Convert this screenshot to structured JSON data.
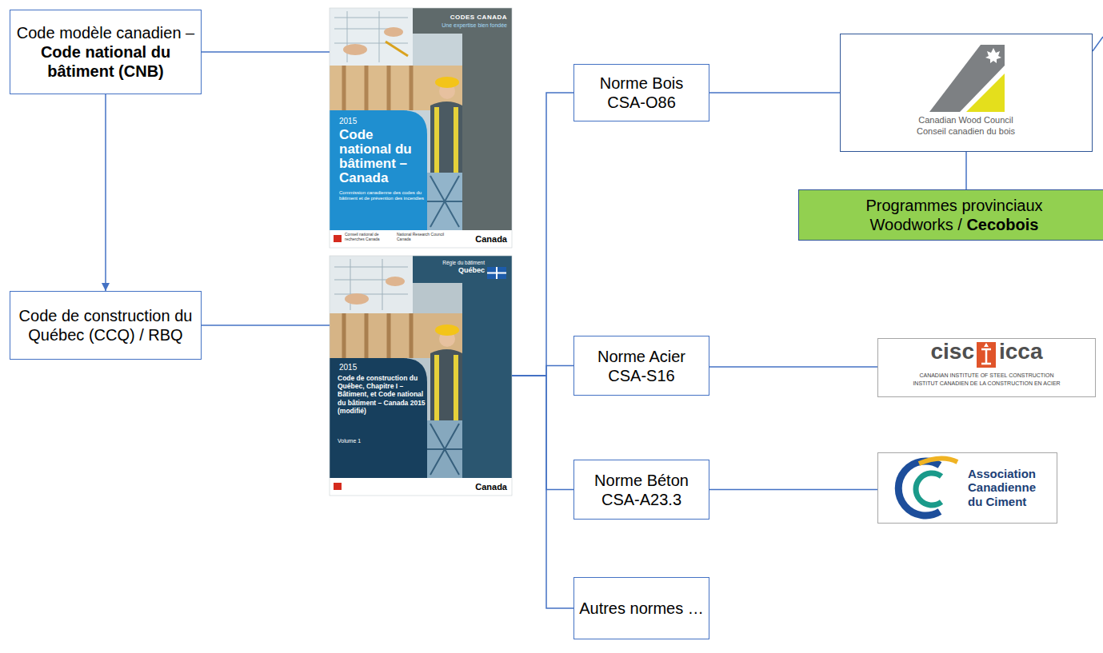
{
  "diagram": {
    "nodes": [
      {
        "text": [
          "Code modèle canadien –",
          "Code national du bâtiment (CNB)"
        ]
      },
      {
        "text": [
          "CODES CANADA",
          "Une expertise bien fondée",
          "2015",
          "Code national du bâtiment – Canada",
          "Commission canadienne des codes du bâtiment et de prévention des incendies",
          "Conseil national de recherches Canada",
          "National Research Council Canada",
          "Canada"
        ]
      },
      {
        "text": [
          "Code de construction du Québec (CCQ) / RBQ"
        ]
      },
      {
        "text": [
          "Régie du bâtiment",
          "Québec",
          "2015",
          "Code de construction du Québec, Chapitre I – Bâtiment, et Code national du bâtiment – Canada 2015 (modifié)",
          "Volume 1",
          "Canada"
        ]
      },
      {
        "text": [
          "Norme Bois CSA-O86"
        ]
      },
      {
        "text": [
          "Canadian Wood Council",
          "Conseil canadien du bois"
        ]
      },
      {
        "text": [
          "Programmes provinciaux Woodworks /",
          "Cecobois"
        ]
      },
      {
        "text": [
          "Norme Acier CSA-S16"
        ]
      },
      {
        "text": [
          "cisc",
          "icca",
          "CANADIAN INSTITUTE OF STEEL CONSTRUCTION",
          "INSTITUT CANADIEN DE LA CONSTRUCTION EN ACIER"
        ]
      },
      {
        "text": [
          "Norme Béton CSA-A23.3"
        ]
      },
      {
        "text": [
          "Association Canadienne du Ciment"
        ]
      },
      {
        "text": [
          "Autres normes …"
        ]
      }
    ],
    "edges": [
      {
        "from": 0,
        "to": 2,
        "arrow": "to"
      },
      {
        "from": 0,
        "to": 1,
        "arrow": "none"
      },
      {
        "from": 2,
        "to": 3,
        "arrow": "none"
      },
      {
        "from": 3,
        "to": 4,
        "arrow": "none"
      },
      {
        "from": 3,
        "to": 7,
        "arrow": "none"
      },
      {
        "from": 3,
        "to": 9,
        "arrow": "none"
      },
      {
        "from": 3,
        "to": 11,
        "arrow": "none"
      },
      {
        "from": 4,
        "to": 5,
        "arrow": "none"
      },
      {
        "from": 5,
        "to": 6,
        "arrow": "none"
      },
      {
        "from": 7,
        "to": 8,
        "arrow": "none"
      },
      {
        "from": 9,
        "to": 10,
        "arrow": "none"
      }
    ]
  }
}
